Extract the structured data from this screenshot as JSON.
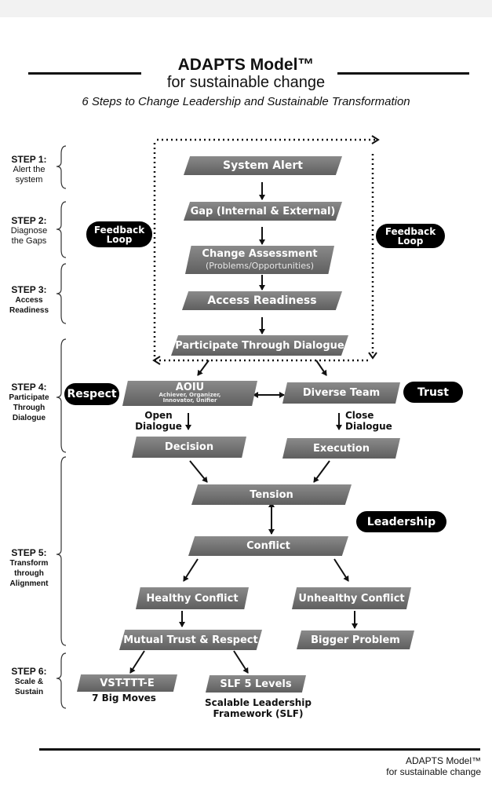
{
  "header": {
    "title": "ADAPTS Model™",
    "subtitle": "for sustainable change",
    "tagline": "6 Steps to Change Leadership and Sustainable Transformation"
  },
  "steps": [
    {
      "number": "STEP 1:",
      "desc": [
        "Alert the",
        "system"
      ]
    },
    {
      "number": "STEP 2:",
      "desc": [
        "Diagnose",
        "the Gaps"
      ]
    },
    {
      "number": "STEP 3:",
      "desc": [
        "Access",
        "Readiness"
      ]
    },
    {
      "number": "STEP 4:",
      "desc": [
        "Participate",
        "Through",
        "Dialogue"
      ]
    },
    {
      "number": "STEP 5:",
      "desc": [
        "Transform",
        "through",
        "Alignment"
      ]
    },
    {
      "number": "STEP 6:",
      "desc": [
        "Scale &",
        "Sustain"
      ]
    }
  ],
  "boxes": {
    "system_alert": "System Alert",
    "gap": "Gap (Internal & External)",
    "change_assessment": "Change Assessment",
    "change_assessment_sub": "(Problems/Opportunities)",
    "access_readiness": "Access Readiness",
    "participate": "Participate Through Dialogue",
    "aoiu": "AOIU",
    "aoiu_sub": [
      "Achiever, Organizer,",
      "Innovator, Unifier"
    ],
    "diverse_team": "Diverse Team",
    "decision": "Decision",
    "execution": "Execution",
    "tension": "Tension",
    "conflict": "Conflict",
    "healthy_conflict": "Healthy Conflict",
    "unhealthy_conflict": "Unhealthy Conflict",
    "mutual_trust": "Mutual Trust & Respect",
    "bigger_problem": "Bigger Problem",
    "vst": "VST-TTT-E",
    "slf": "SLF 5 Levels"
  },
  "pills": {
    "feedback_left": [
      "Feedback",
      "Loop"
    ],
    "feedback_right": [
      "Feedback",
      "Loop"
    ],
    "respect": "Respect",
    "trust": "Trust",
    "leadership": "Leadership"
  },
  "notes": {
    "open_dialogue": [
      "Open",
      "Dialogue"
    ],
    "close_dialogue": [
      "Close",
      "Dialogue"
    ],
    "seven_big_moves": "7 Big Moves",
    "slf_full": [
      "Scalable Leadership",
      "Framework (SLF)"
    ]
  },
  "footer": {
    "title": "ADAPTS Model™",
    "subtitle": "for sustainable change"
  }
}
